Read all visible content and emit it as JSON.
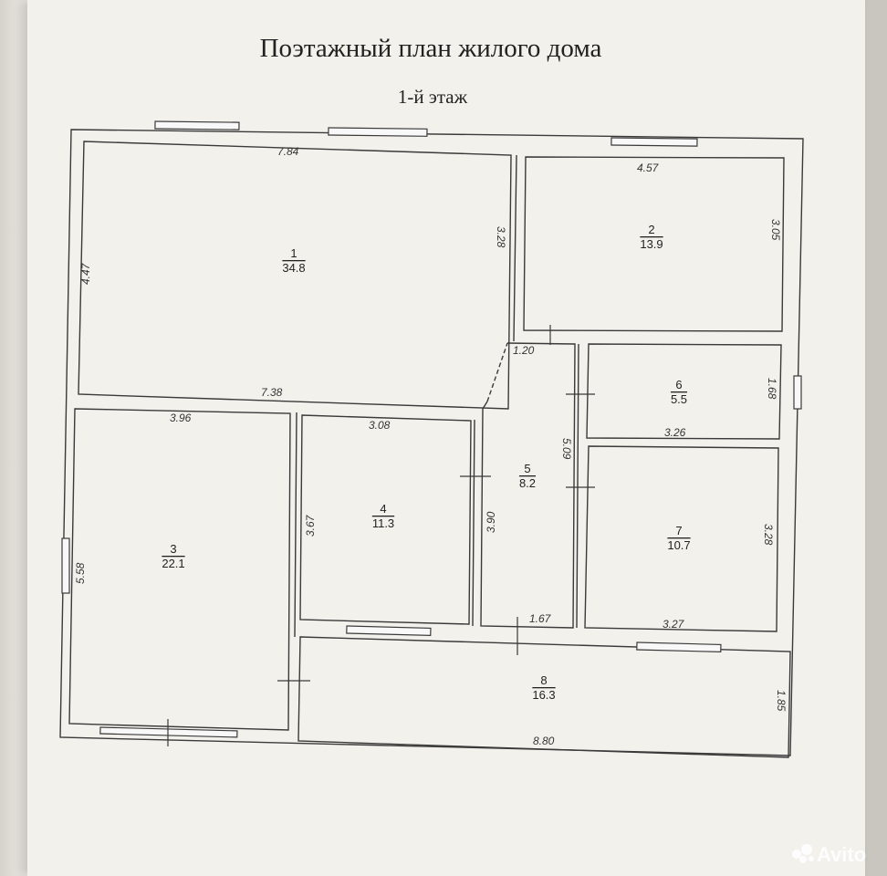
{
  "title": "Поэтажный план жилого дома",
  "subtitle": "1-й этаж",
  "rooms": [
    {
      "id": "1",
      "area": "34.8"
    },
    {
      "id": "2",
      "area": "13.9"
    },
    {
      "id": "3",
      "area": "22.1"
    },
    {
      "id": "4",
      "area": "11.3"
    },
    {
      "id": "5",
      "area": "8.2"
    },
    {
      "id": "6",
      "area": "5.5"
    },
    {
      "id": "7",
      "area": "10.7"
    },
    {
      "id": "8",
      "area": "16.3"
    }
  ],
  "dimensions": {
    "r1_top": "7.84",
    "r1_left": "4.47",
    "r1_right": "3.28",
    "r1_bottom": "7.38",
    "r2_top": "4.57",
    "r2_right": "3.05",
    "hall_top": "1.20",
    "hall_right": "5.09",
    "hall_bottom": "1.67",
    "r6_right": "1.68",
    "r6_bottom": "3.26",
    "r3_top": "3.96",
    "r3_left": "5.58",
    "r4_top": "3.08",
    "r4_left": "3.67",
    "r4_right": "3.90",
    "r7_right": "3.28",
    "r7_bottom": "3.27",
    "r8_right": "1.85",
    "r8_bottom": "8.80"
  },
  "watermark": "Avito"
}
